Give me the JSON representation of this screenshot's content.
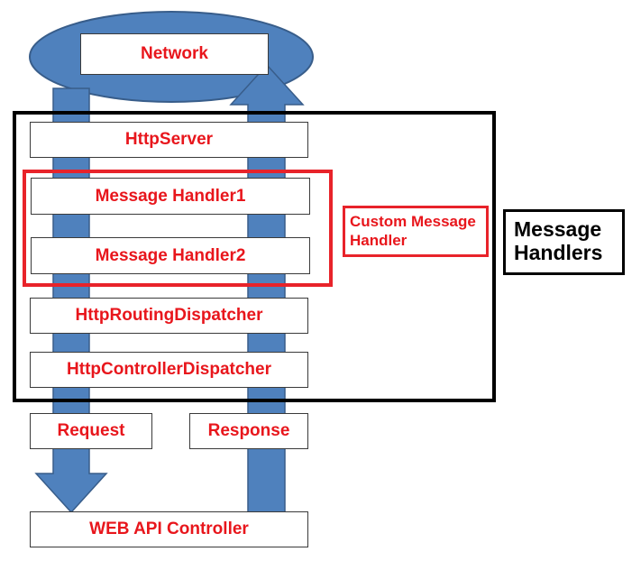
{
  "diagram": {
    "network": "Network",
    "http_server": "HttpServer",
    "handler1": "Message Handler1",
    "handler2": "Message Handler2",
    "routing_dispatcher": "HttpRoutingDispatcher",
    "controller_dispatcher": "HttpControllerDispatcher",
    "request": "Request",
    "response": "Response",
    "controller": "WEB API Controller",
    "custom_label": {
      "line1": "Custom Message",
      "line2": "Handler"
    },
    "handlers_label": {
      "line1": "Message",
      "line2": "Handlers"
    }
  },
  "colors": {
    "arrow_fill": "#4f81bd",
    "arrow_stroke": "#385d8a",
    "label_text": "#e8161c",
    "outline_red": "#e8232a",
    "outline_black": "#000000"
  }
}
